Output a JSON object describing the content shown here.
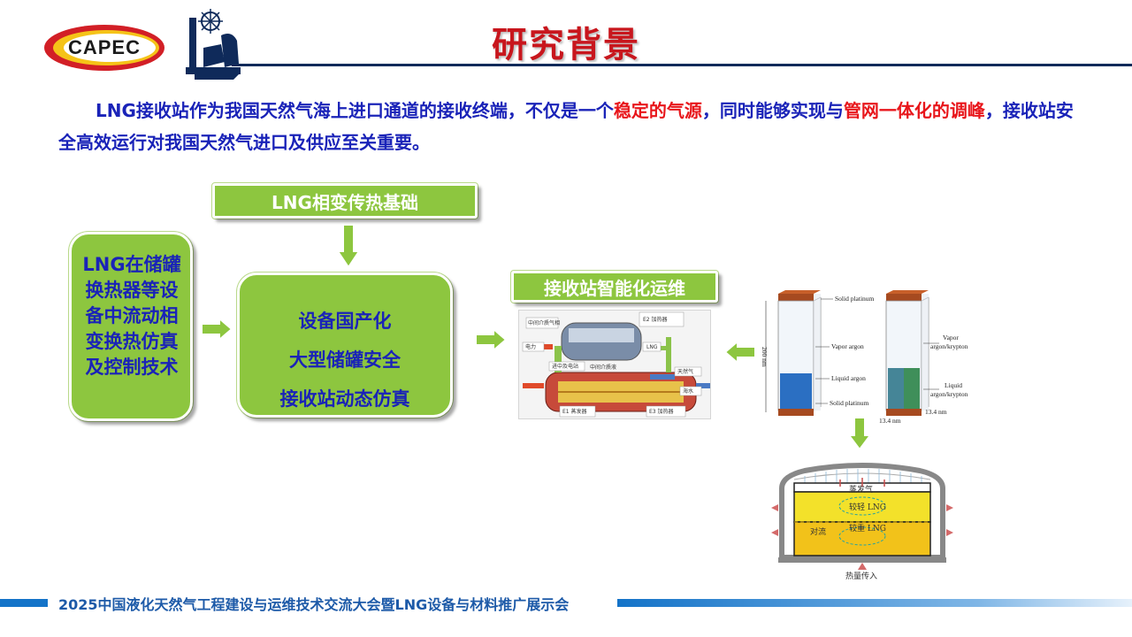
{
  "header": {
    "logo_text": "CAPEC",
    "title": "研究背景"
  },
  "intro": {
    "part1": "LNG接收站作为我国天然气海上进口通道的接收终端，不仅是一个",
    "highlight1": "稳定的气源",
    "part2": "，同时能够实现与",
    "highlight2": "管网一体化的调峰",
    "part3": "，接收站安全高效运行对我国天然气进口及供应至关重要。"
  },
  "diagram": {
    "top_box": "LNG相变传热基础",
    "left_box_lines": [
      "LNG在储罐",
      "换热器等设",
      "备中流动相",
      "变换热仿真",
      "及控制技术"
    ],
    "middle_box_lines": [
      "设备国产化",
      "大型储罐安全",
      "接收站动态仿真"
    ],
    "ops_box": "接收站智能化运维"
  },
  "process_figure": {
    "labels": [
      "中间介质气相",
      "E2 加热器",
      "电力",
      "LNG",
      "进中及电站",
      "中间介质液",
      "天然气",
      "海水",
      "E1 蒸发器",
      "E3 加热器"
    ]
  },
  "argon_figure": {
    "labels": [
      "Solid platinum",
      "Vapor argon",
      "Liquid argon",
      "Solid platinum",
      "Vapor argon/krypton",
      "Liquid argon/krypton",
      "200 nm",
      "13.4 nm",
      "13.4 nm"
    ]
  },
  "tank_figure": {
    "labels": [
      "蒸发气",
      "较轻 LNG",
      "较重 LNG",
      "对流",
      "热量传入"
    ]
  },
  "footer": {
    "text": "2025中国液化天然气工程建设与运维技术交流大会暨LNG设备与材料推广展示会"
  },
  "colors": {
    "title_red": "#c8161d",
    "text_blue": "#1a23b8",
    "highlight_red": "#e8161b",
    "box_green": "#8dc63f",
    "footer_blue": "#1d5aa8"
  }
}
